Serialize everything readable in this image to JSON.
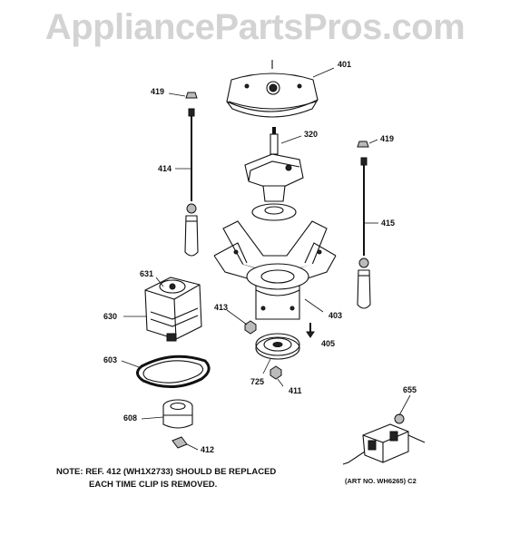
{
  "watermark": "AppliancePartsPros.com",
  "part_labels": {
    "p401": "401",
    "p419a": "419",
    "p419b": "419",
    "p320": "320",
    "p414": "414",
    "p415": "415",
    "p631": "631",
    "p630": "630",
    "p413": "413",
    "p403": "403",
    "p405": "405",
    "p603": "603",
    "p725": "725",
    "p411": "411",
    "p608": "608",
    "p412": "412",
    "p655": "655"
  },
  "note": {
    "line1": "NOTE: REF. 412 (WH1X2733) SHOULD BE REPLACED",
    "line2": "EACH TIME CLIP IS REMOVED."
  },
  "art_number": "(ART NO. WH6265) C2"
}
